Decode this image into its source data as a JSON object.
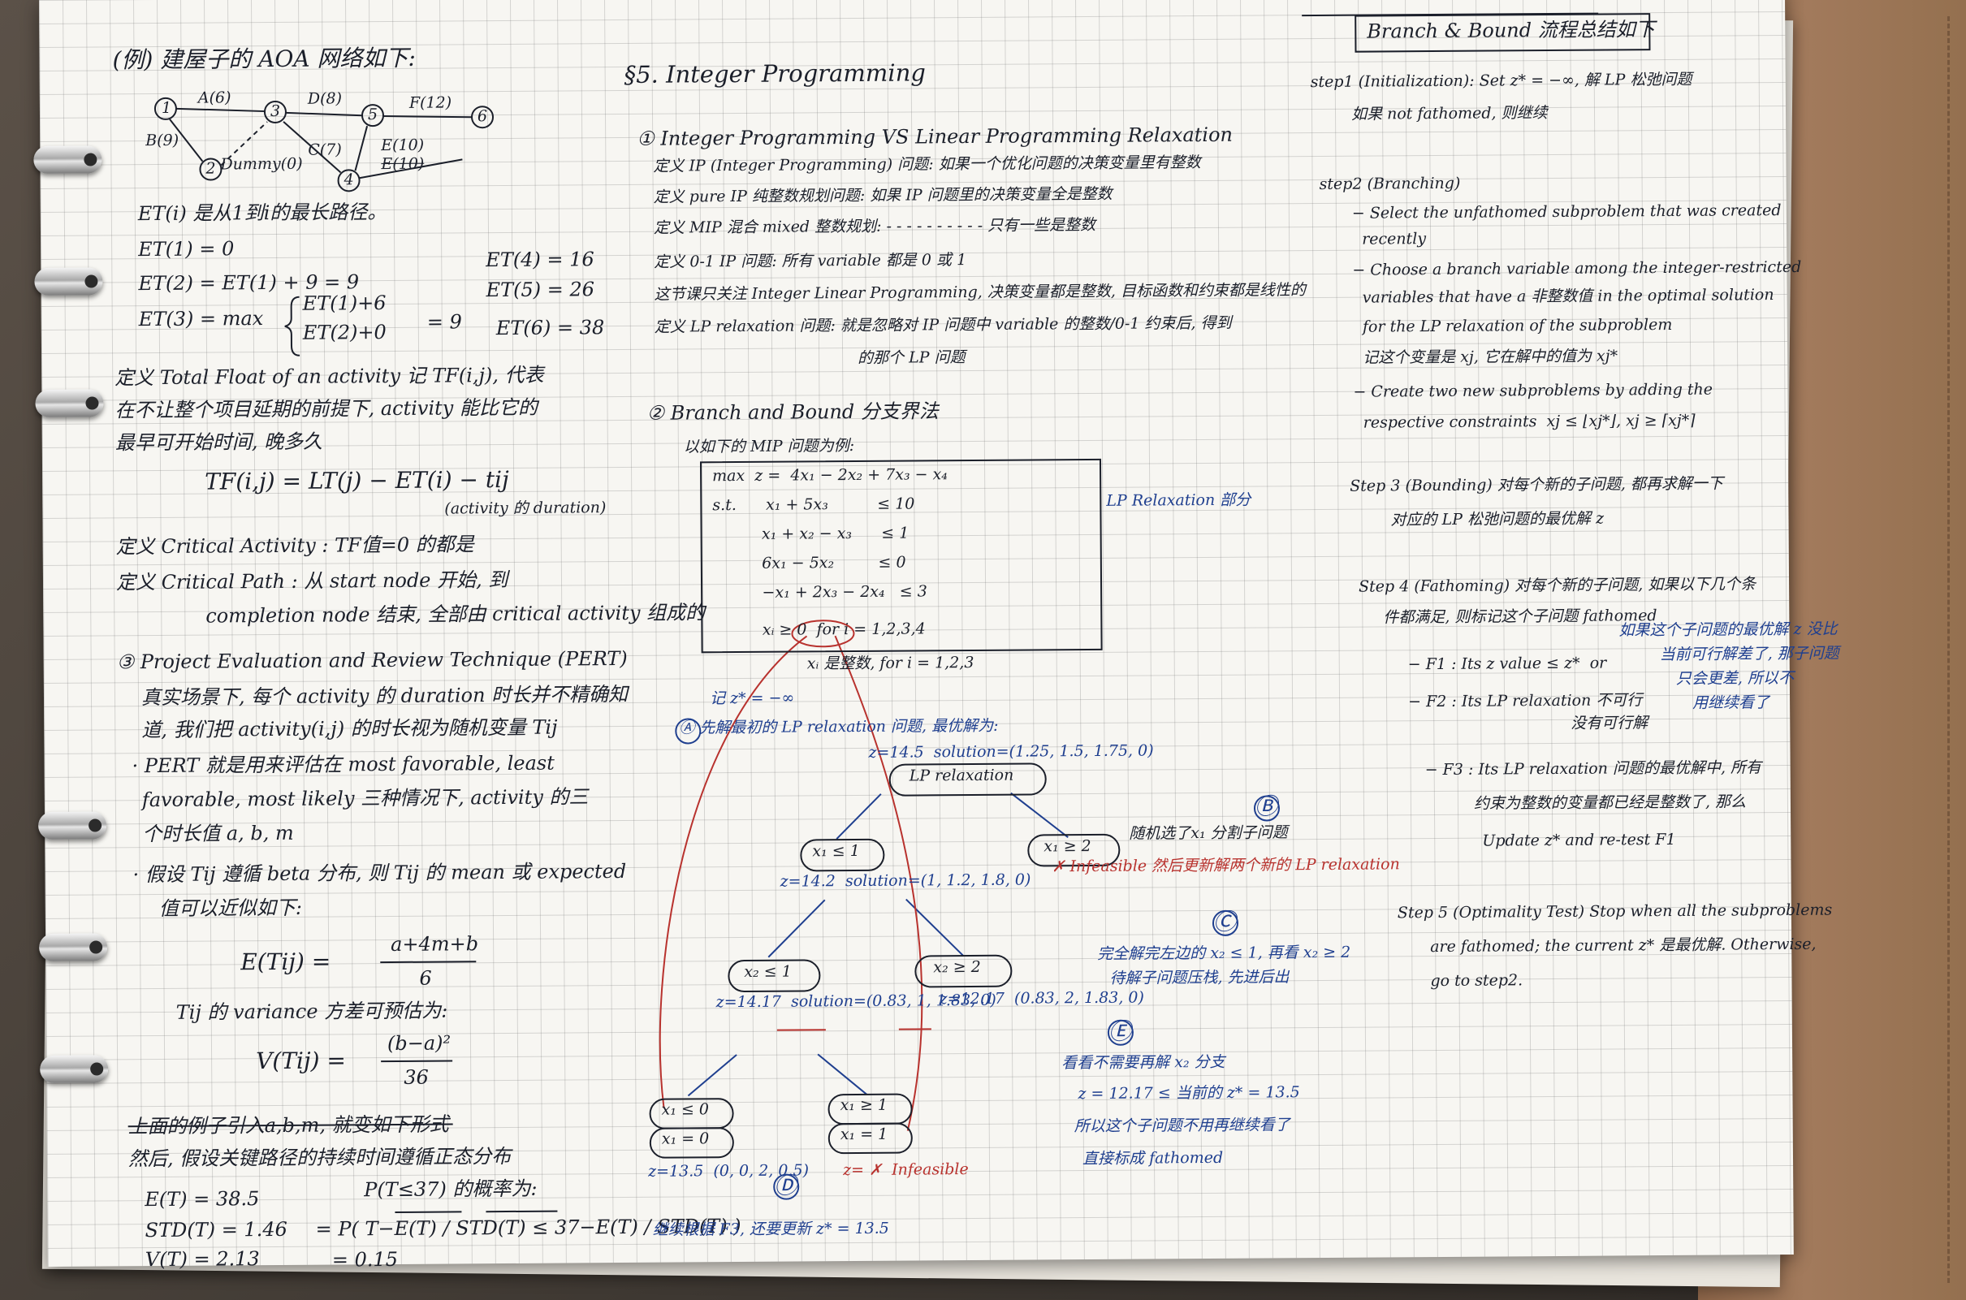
{
  "left": {
    "title": "(例) 建屋子的 AOA 网络如下:",
    "net": {
      "n1": "1",
      "n2": "2",
      "n3": "3",
      "n4": "4",
      "n5": "5",
      "n6": "6",
      "eA": "A(6)",
      "eB": "B(9)",
      "eD": "D(8)",
      "eF": "F(12)",
      "eC": "C(7)",
      "eE": "E(10)",
      "eDummy": "Dummy(0)",
      "eE2": "E(10)"
    },
    "et_def": "ET(i) 是从1到i的最长路径。",
    "et1": "ET(1) = 0",
    "et2": "ET(2) = ET(1) + 9 = 9",
    "et3a": "ET(3) = max",
    "et3b": "ET(1)+6",
    "et3c": "ET(2)+0",
    "et3d": "= 9",
    "et4": "ET(4) = 16",
    "et5": "ET(5) = 26",
    "et6": "ET(6) = 38",
    "tf1": "定义 Total Float of an activity 记 TF(i,j), 代表",
    "tf2": "在不让整个项目延期的前提下, activity 能比它的",
    "tf3": "最早可开始时间, 晚多久",
    "tf_formula": "TF(i,j) = LT(j) − ET(i) − tij",
    "tf_note": "(activity 的 duration)",
    "ca": "定义 Critical Activity : TF值=0 的都是",
    "cp1": "定义 Critical Path : 从 start node 开始, 到",
    "cp2": "completion node 结束, 全部由 critical activity 组成的",
    "pert_title": "③ Project Evaluation and Review Technique (PERT)",
    "pert1": "真实场景下, 每个 activity 的 duration 时长并不精确知",
    "pert2": "道, 我们把 activity(i,j) 的时长视为随机变量 Tij",
    "pert3": "· PERT 就是用来评估在 most favorable, least",
    "pert4": "favorable, most likely 三种情况下, activity 的三",
    "pert5": "个时长值 a, b, m",
    "pert6": "· 假设 Tij 遵循 beta 分布, 则 Tij 的 mean 或 expected",
    "pert7": "值可以近似如下:",
    "mean_lhs": "E(Tij) =",
    "mean_num": "a+4m+b",
    "mean_den": "6",
    "var_intro": "Tij 的 variance 方差可预估为:",
    "var_lhs": "V(Tij) =",
    "var_num": "(b−a)²",
    "var_den": "36",
    "strike": "上面的例子引入a,b,m, 就变如下形式",
    "normal": "然后, 假设关键路径的持续时间遵循正态分布",
    "e_t": "E(T) = 38.5",
    "std_t": "STD(T) = 1.46",
    "v_t": "V(T) = 2.13",
    "prob_title": "P(T≤37) 的概率为:",
    "prob_expr": "= P( T−E(T) / STD(T) ≤ 37−E(T) / STD(T) )",
    "prob_val": "= 0.15"
  },
  "middle": {
    "title": "§5. Integer Programming",
    "s1": "① Integer Programming VS Linear Programming Relaxation",
    "d1": "定义 IP (Integer Programming) 问题: 如果一个优化问题的决策变量里有整数",
    "d2": "定义 pure IP 纯整数规划问题: 如果 IP 问题里的决策变量全是整数",
    "d3": "定义 MIP 混合 mixed 整数规划: - - - - - - - - - - 只有一些是整数",
    "d4": "定义 0-1 IP 问题: 所有 variable 都是 0 或 1",
    "d5": "这节课只关注 Integer Linear Programming, 决策变量都是整数, 目标函数和约束都是线性的",
    "d6": "定义 LP relaxation 问题: 就是忽略对 IP 问题中 variable 的整数/0-1 约束后, 得到",
    "d7": "的那个 LP 问题",
    "s2": "② Branch and Bound 分支界法",
    "ex": "以如下的 MIP 问题为例:",
    "lp_rows": [
      "max  z =  4x₁ − 2x₂ + 7x₃ − x₄",
      "s.t.      x₁ + 5x₃          ≤ 10",
      "          x₁ + x₂ − x₃      ≤ 1",
      "          6x₁ − 5x₂         ≤ 0",
      "          −x₁ + 2x₃ − 2x₄   ≤ 3",
      "          xᵢ ≥ 0  for i = 1,2,3,4"
    ],
    "lp_label": "LP Relaxation 部分",
    "int_cons": "xᵢ 是整数, for i = 1,2,3",
    "zstar": "记 z* = −∞",
    "stepA": "Ⓐ 先解最初的 LP relaxation 问题, 最优解为:",
    "root_sol": "z=14.5  solution=(1.25, 1.5, 1.75, 0)",
    "root": "LP relaxation",
    "n_l": "x₁ ≤ 1",
    "n_r": "x₁ ≥ 2",
    "n_r_note": "随机选了x₁ 分割子问题",
    "n_r_x": "✗ Infeasible 然后更新解两个新的 LP relaxation",
    "nl_sol": "z=14.2  solution=(1, 1.2, 1.8, 0)",
    "n_ll": "x₂ ≤ 1",
    "n_lr": "x₂ ≥ 2",
    "nll_sol": "z=14.17  solution=(0.83, 1, 1.83, 0)",
    "nlr_sol": "z=12.17  (0.83, 2, 1.83, 0)",
    "n_lll": "x₁ ≤ 0",
    "n_lll2": "x₁ = 0",
    "n_llr": "x₁ ≥ 1",
    "n_llr2": "x₁ = 1",
    "nlll_sol": "z=13.5  (0, 0, 2, 0.5)",
    "nllr_sol": "z= ✗  Infeasible",
    "B": "Ⓑ",
    "C": "Ⓒ",
    "C_note1": "完全解完左边的 x₂ ≤ 1, 再看 x₂ ≥ 2",
    "C_note2": "待解子问题压栈, 先进后出",
    "D": "Ⓓ",
    "D_note": "继续根据 F3, 还要更新 z* = 13.5",
    "E": "Ⓔ",
    "E_note1": "看看不需要再解 x₂ 分支",
    "E_note2": "z = 12.17 ≤ 当前的 z* = 13.5",
    "E_note3": "所以这个子问题不用再继续看了",
    "E_note4": "直接标成 fathomed"
  },
  "right": {
    "title": "Branch & Bound 流程总结如下",
    "s1a": "step1 (Initialization): Set z* = −∞, 解 LP 松弛问题",
    "s1b": "如果 not fathomed, 则继续",
    "s2": "step2 (Branching)",
    "s2a": "− Select the unfathomed subproblem that was created",
    "s2b": "  recently",
    "s2c": "− Choose a branch variable among the integer-restricted",
    "s2d": "  variables that have a 非整数值 in the optimal solution",
    "s2e": "  for the LP relaxation of the subproblem",
    "s2f": "  记这个变量是 xj, 它在解中的值为 xj*",
    "s2g": "− Create two new subproblems by adding the",
    "s2h": "  respective constraints  xj ≤ ⌊xj*⌋, xj ≥ ⌈xj*⌉",
    "s3a": "Step 3 (Bounding) 对每个新的子问题, 都再求解一下",
    "s3b": "对应的 LP 松弛问题的最优解 z",
    "s4a": "Step 4 (Fathoming) 对每个新的子问题, 如果以下几个条",
    "s4b": "件都满足, 则标记这个子问题 fathomed",
    "f1": "− F1 : Its z value ≤ z*  or",
    "f1n1": "如果这个子问题的最优解 z 没比",
    "f1n2": "当前可行解差了, 那子问题",
    "f1n3": "只会更差, 所以不",
    "f2": "− F2 : Its LP relaxation 不可行",
    "f2n1": "没有可行解",
    "f2n2": "用继续看了",
    "f3a": "− F3 : Its LP relaxation 问题的最优解中, 所有",
    "f3b": "约束为整数的变量都已经是整数了, 那么",
    "f3c": "Update z* and re-test F1",
    "s5a": "Step 5 (Optimality Test) Stop when all the subproblems",
    "s5b": "are fathomed; the current z* 是最优解. Otherwise,",
    "s5c": "go to step2."
  }
}
